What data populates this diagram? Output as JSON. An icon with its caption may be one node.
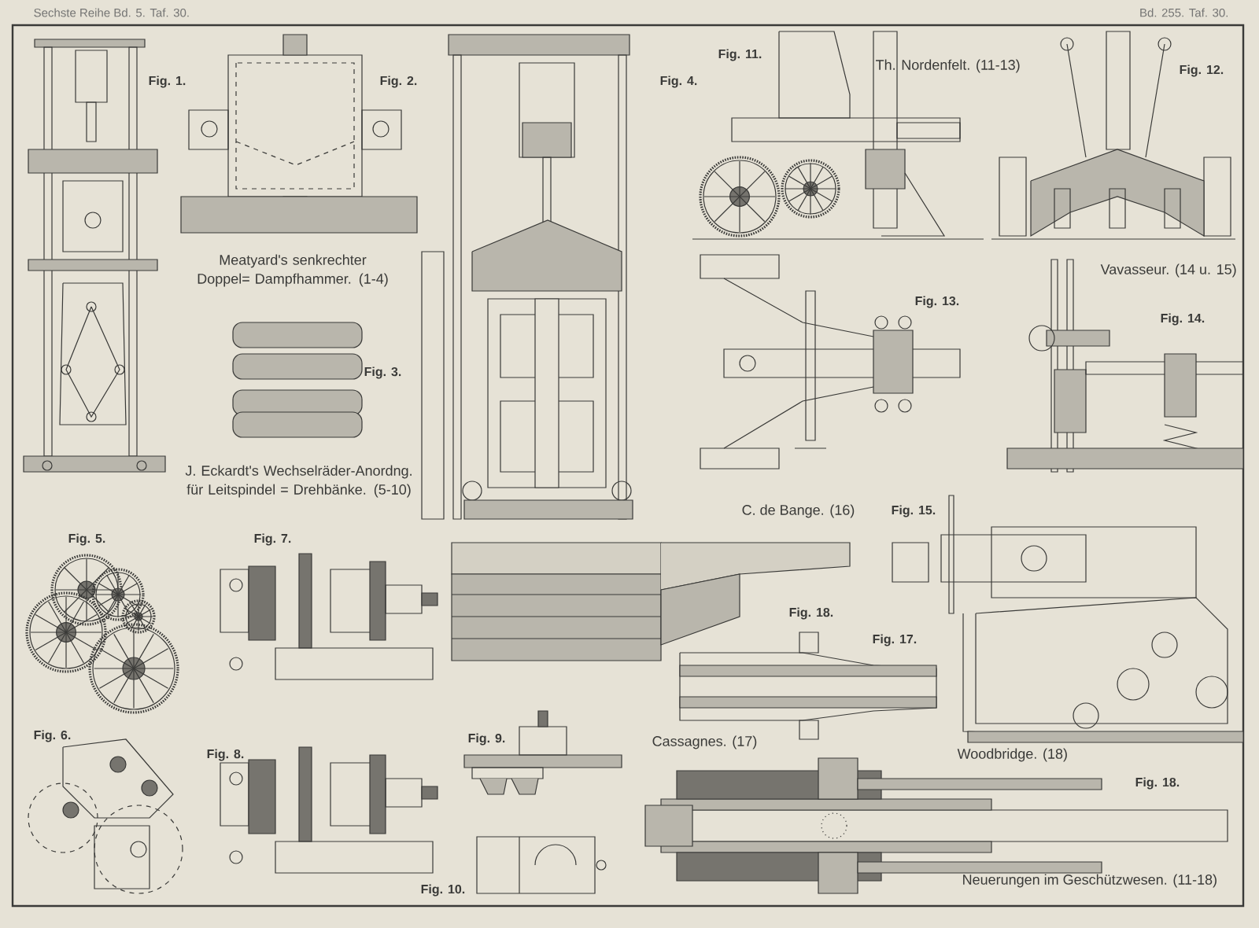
{
  "diagram": {
    "labels": [
      "Sechste Reihe Bd. 5. Taf. 30.",
      "Bd. 255. Taf. 30.",
      "Fig. 11.",
      "Th. Nordenfelt. (11-13)",
      "Fig. 12.",
      "Fig. 1.",
      "Fig. 2.",
      "Fig. 4.",
      "Meatyard's senkrechter Doppel= Dampfhammer. (1-4)",
      "Vavasseur. (14 u. 15)",
      "Fig. 13.",
      "Fig. 14.",
      "Fig. 3.",
      "J. Eckardt's Wechselräder-Anordng. für Leitspindel = Drehbänke. (5-10)",
      "C. de Bange. (16)",
      "Fig. 15.",
      "Fig. 5.",
      "Fig. 7.",
      "Fig. 18.",
      "Fig. 17.",
      "Fig. 6.",
      "Fig. 9.",
      "Cassagnes. (17)",
      "Fig. 8.",
      "Woodbridge. (18)",
      "Fig. 18.",
      "Fig. 10.",
      "Neuerungen im Geschützwesen. (11-18)"
    ]
  }
}
